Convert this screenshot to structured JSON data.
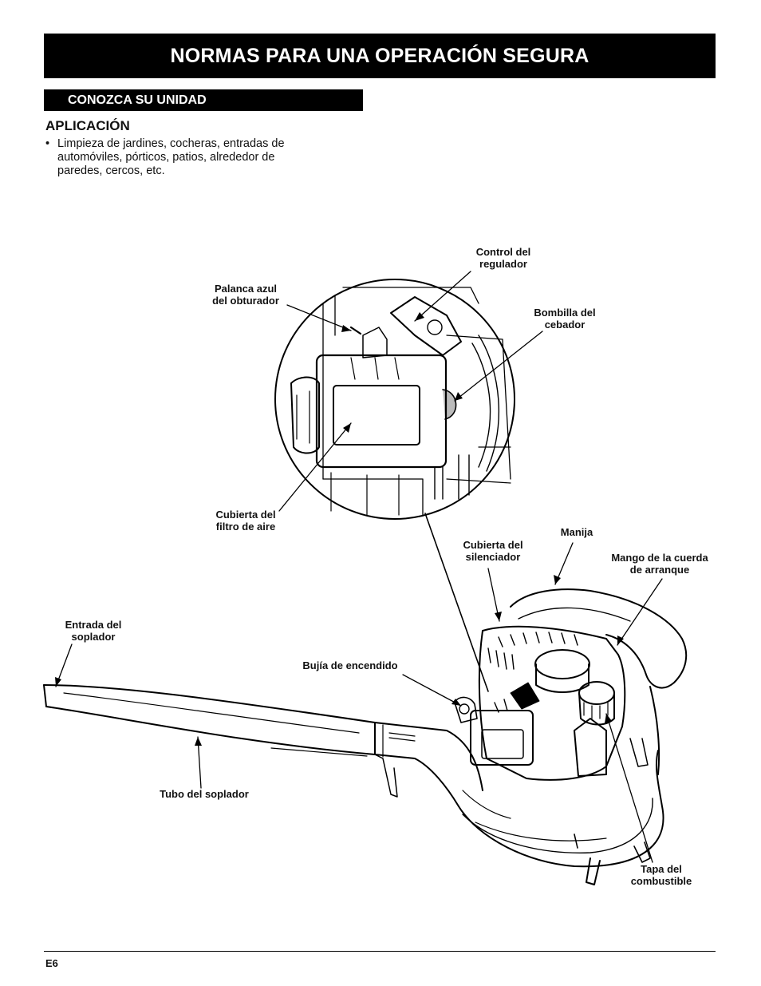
{
  "header": {
    "title": "NORMAS PARA UNA OPERACIÓN SEGURA"
  },
  "section": {
    "title": "CONOZCA SU UNIDAD",
    "subheading": "APLICACIÓN",
    "bullets": [
      "Limpieza de jardines, cocheras, entradas de automóviles, pórticos, patios, alrededor de paredes, cercos, etc."
    ]
  },
  "diagram": {
    "labels": {
      "control_regulador": "Control del\nregulador",
      "palanca_obturador": "Palanca azul\ndel obturador",
      "bombilla_cebador": "Bombilla del\ncebador",
      "cubierta_filtro": "Cubierta del\nfiltro de aire",
      "manija": "Manija",
      "cubierta_silenciador": "Cubierta del\nsilenciador",
      "mango_cuerda": "Mango de la cuerda\nde arranque",
      "entrada_soplador": "Entrada del\nsoplador",
      "bujia": "Bujía de encendido",
      "tubo_soplador": "Tubo del soplador",
      "tapa_combustible": "Tapa del\ncombustible"
    }
  },
  "footer": {
    "page_number": "E6"
  }
}
